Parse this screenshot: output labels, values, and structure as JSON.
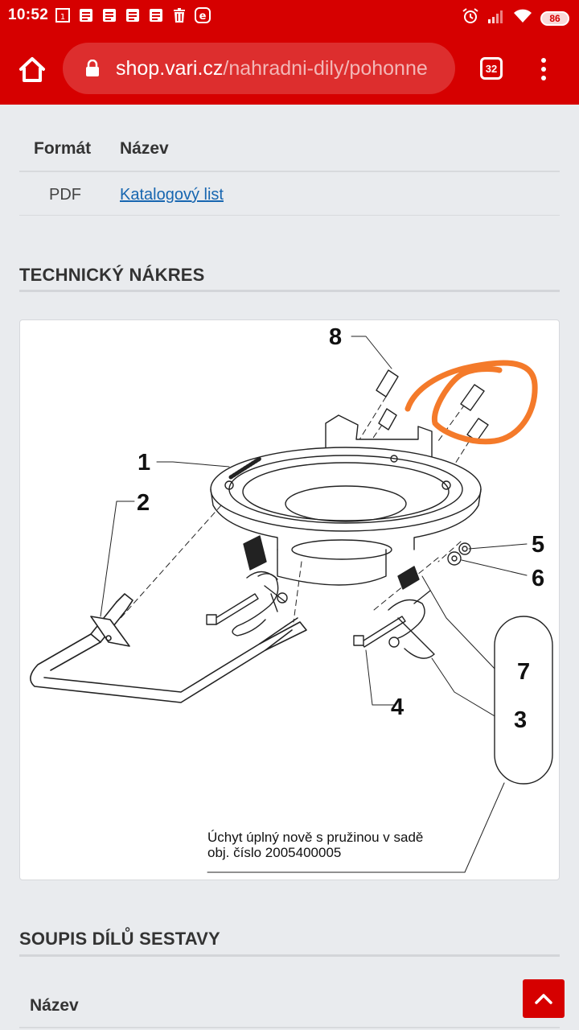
{
  "status_bar": {
    "time": "10:52",
    "calendar_day": "1",
    "battery": "86",
    "notification_icons": [
      "calendar-icon",
      "document-icon",
      "document-icon",
      "document-icon",
      "document-icon",
      "trash-icon",
      "e-icon"
    ],
    "system_icons": [
      "alarm-icon",
      "signal-icon",
      "wifi-icon",
      "battery-icon"
    ]
  },
  "browser": {
    "url_domain": "shop.vari.cz",
    "url_path": "/nahradni-dily/pohonne",
    "tab_count": "32",
    "accent_color": "#d60000"
  },
  "files_table": {
    "headers": [
      "Formát",
      "Název"
    ],
    "rows": [
      {
        "format": "PDF",
        "name": "Katalogový list"
      }
    ]
  },
  "technical_drawing": {
    "title": "TECHNICKÝ NÁKRES",
    "callouts": [
      "1",
      "2",
      "3",
      "4",
      "5",
      "6",
      "7",
      "8"
    ],
    "note_line1": "Úchyt úplný nově s pružinou v sadě",
    "note_line2": "obj. číslo 2005400005",
    "annotation_color": "#f47a2a"
  },
  "parts_list": {
    "title": "SOUPIS DÍLŮ SESTAVY",
    "header": "Název"
  }
}
